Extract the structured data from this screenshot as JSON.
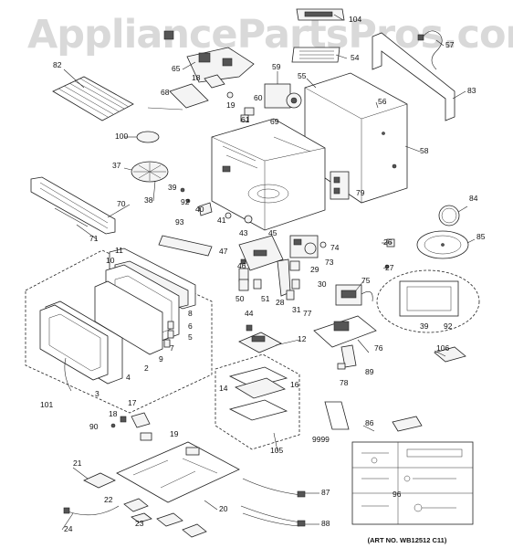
{
  "watermark": "AppliancePartsPros.com",
  "art_number": "(ART NO. WB12512 C11)",
  "callouts": [
    "104",
    "57",
    "82",
    "65",
    "54",
    "83",
    "59",
    "55",
    "56",
    "18",
    "60",
    "68",
    "19",
    "61",
    "69",
    "100",
    "58",
    "37",
    "39",
    "38",
    "92",
    "40",
    "41",
    "70",
    "93",
    "43",
    "79",
    "71",
    "45",
    "84",
    "74",
    "73",
    "26",
    "85",
    "47",
    "11",
    "46",
    "10",
    "29",
    "27",
    "75",
    "50",
    "51",
    "28",
    "30",
    "31",
    "8",
    "6",
    "5",
    "7",
    "77",
    "39",
    "92",
    "9",
    "2",
    "44",
    "12",
    "76",
    "106",
    "4",
    "3",
    "101",
    "89",
    "78",
    "14",
    "16",
    "17",
    "18",
    "90",
    "19",
    "105",
    "9999",
    "86",
    "21",
    "96",
    "22",
    "23",
    "20",
    "87",
    "24",
    "88"
  ]
}
